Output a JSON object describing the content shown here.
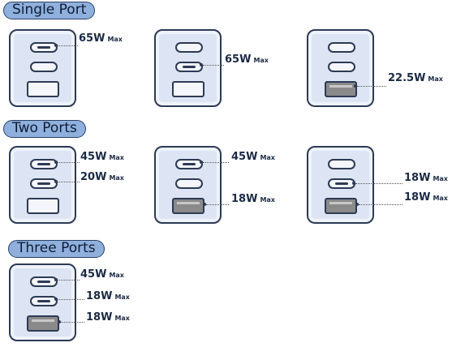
{
  "sections": [
    {
      "title": "Single Port"
    },
    {
      "title": "Two Ports"
    },
    {
      "title": "Three Ports"
    }
  ],
  "unit": "Max",
  "labels": {
    "s1": "65W",
    "s2": "65W",
    "s3": "22.5W",
    "t1a": "45W",
    "t1b": "20W",
    "t2a": "45W",
    "t2b": "18W",
    "t3a": "18W",
    "t3b": "18W",
    "r1a": "45W",
    "r1b": "18W",
    "r1c": "18W"
  },
  "colors": {
    "pill": "#8fb0dc",
    "charger_body": "#dde5f4",
    "active_usb_a": "#8a8a8a",
    "outline": "#2d3a55"
  }
}
